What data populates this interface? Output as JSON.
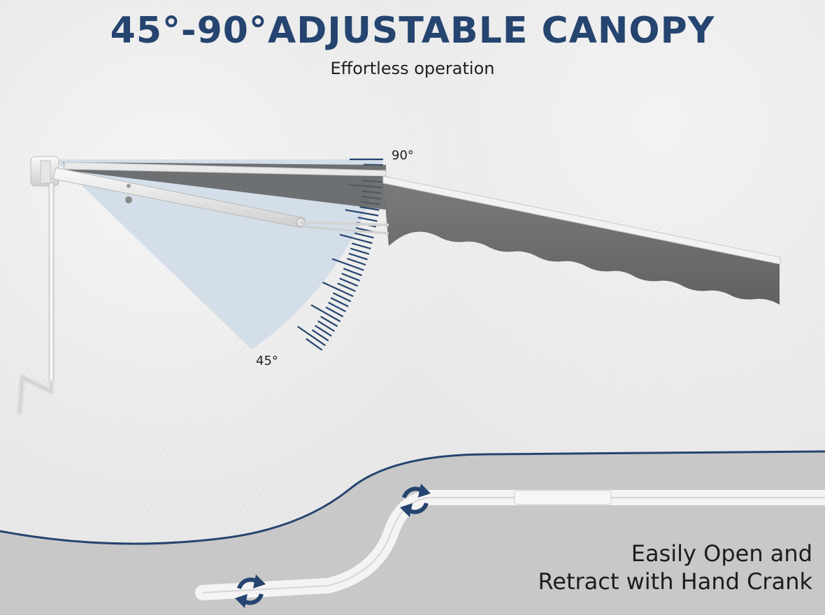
{
  "headline": {
    "title": "45°-90°ADJUSTABLE CANOPY",
    "subtitle": "Effortless operation"
  },
  "angle_scale": {
    "max_label": "90°",
    "min_label": "45°",
    "min_angle_deg": 45,
    "max_angle_deg": 90
  },
  "crank_caption": {
    "line1": "Easily Open and",
    "line2": "Retract with Hand Crank"
  },
  "icons": {
    "rotate_top": "rotate-arrows-icon",
    "rotate_bottom": "rotate-arrows-icon"
  },
  "colors": {
    "brand_navy": "#25446f",
    "canopy_gray": "#6f7172",
    "scale_blue": "#cfdbe8"
  }
}
